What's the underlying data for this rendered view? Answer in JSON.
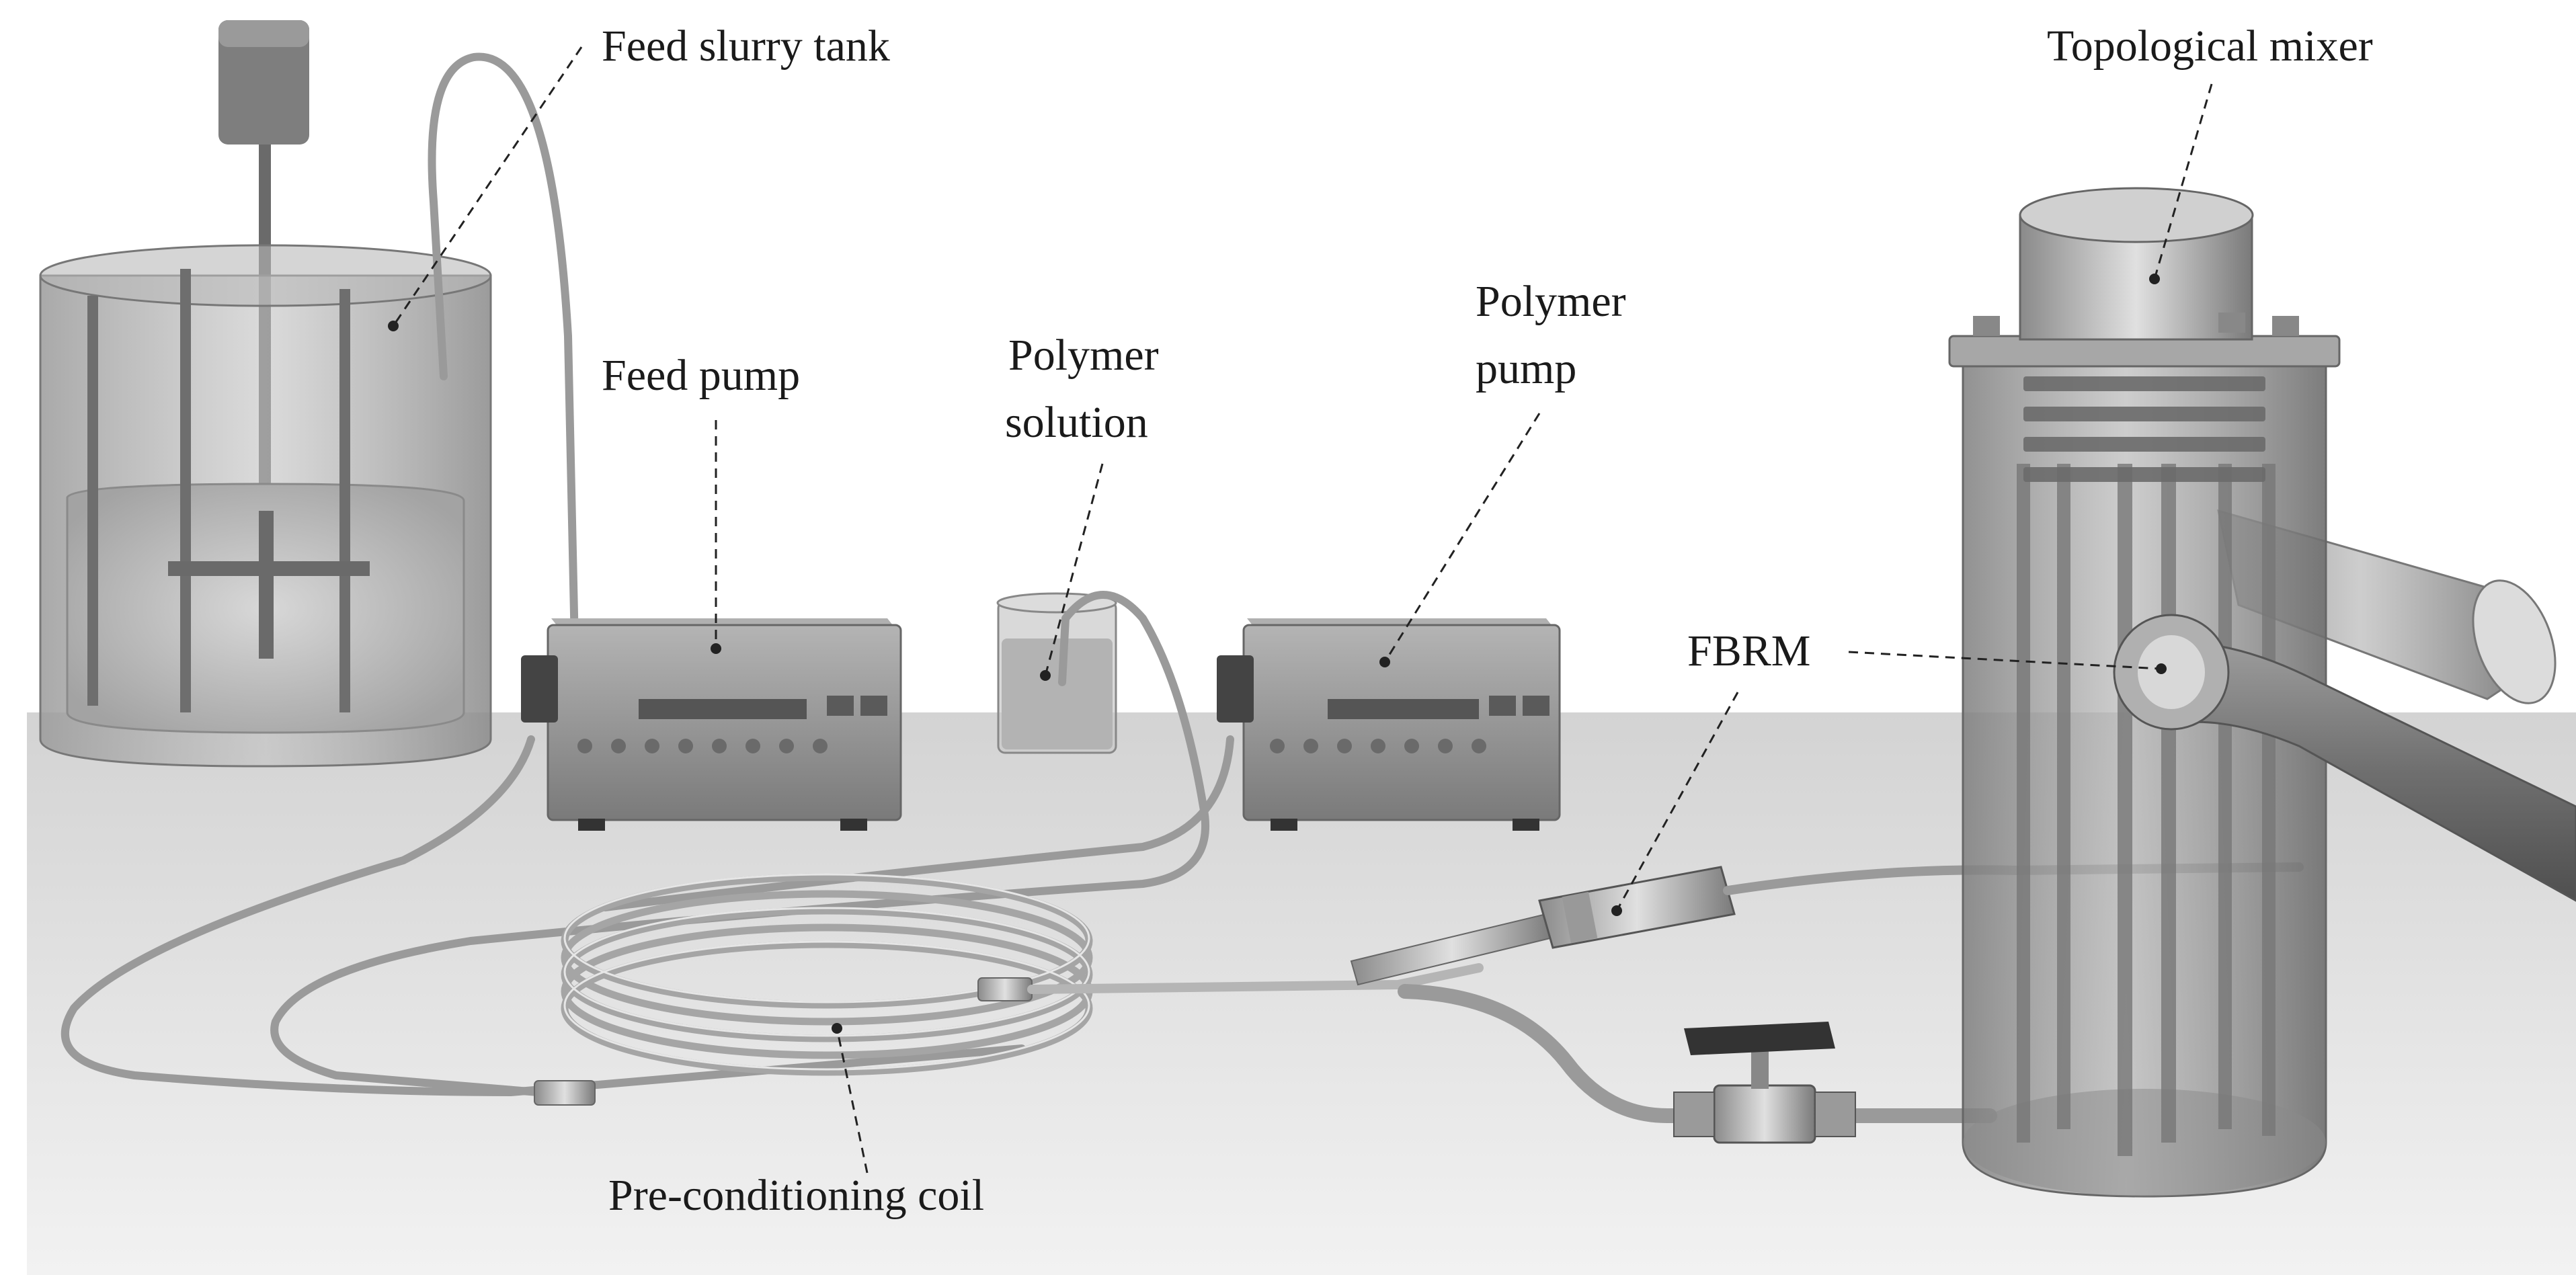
{
  "labels": {
    "feed_slurry_tank": "Feed slurry tank",
    "feed_pump": "Feed pump",
    "polymer_solution_line1": "Polymer",
    "polymer_solution_line2": "solution",
    "polymer_pump_line1": "Polymer",
    "polymer_pump_line2": "pump",
    "topological_mixer": "Topological mixer",
    "fbrm": "FBRM",
    "preconditioning_coil": "Pre-conditioning coil"
  },
  "colors": {
    "background": "#ffffff",
    "floor": "#e4e4e4",
    "pump_body": "#8c8c8c",
    "tube": "#9a9a9a",
    "tank_glass": "#a9a9a9",
    "mixer_glass": "#9c9c9c"
  }
}
